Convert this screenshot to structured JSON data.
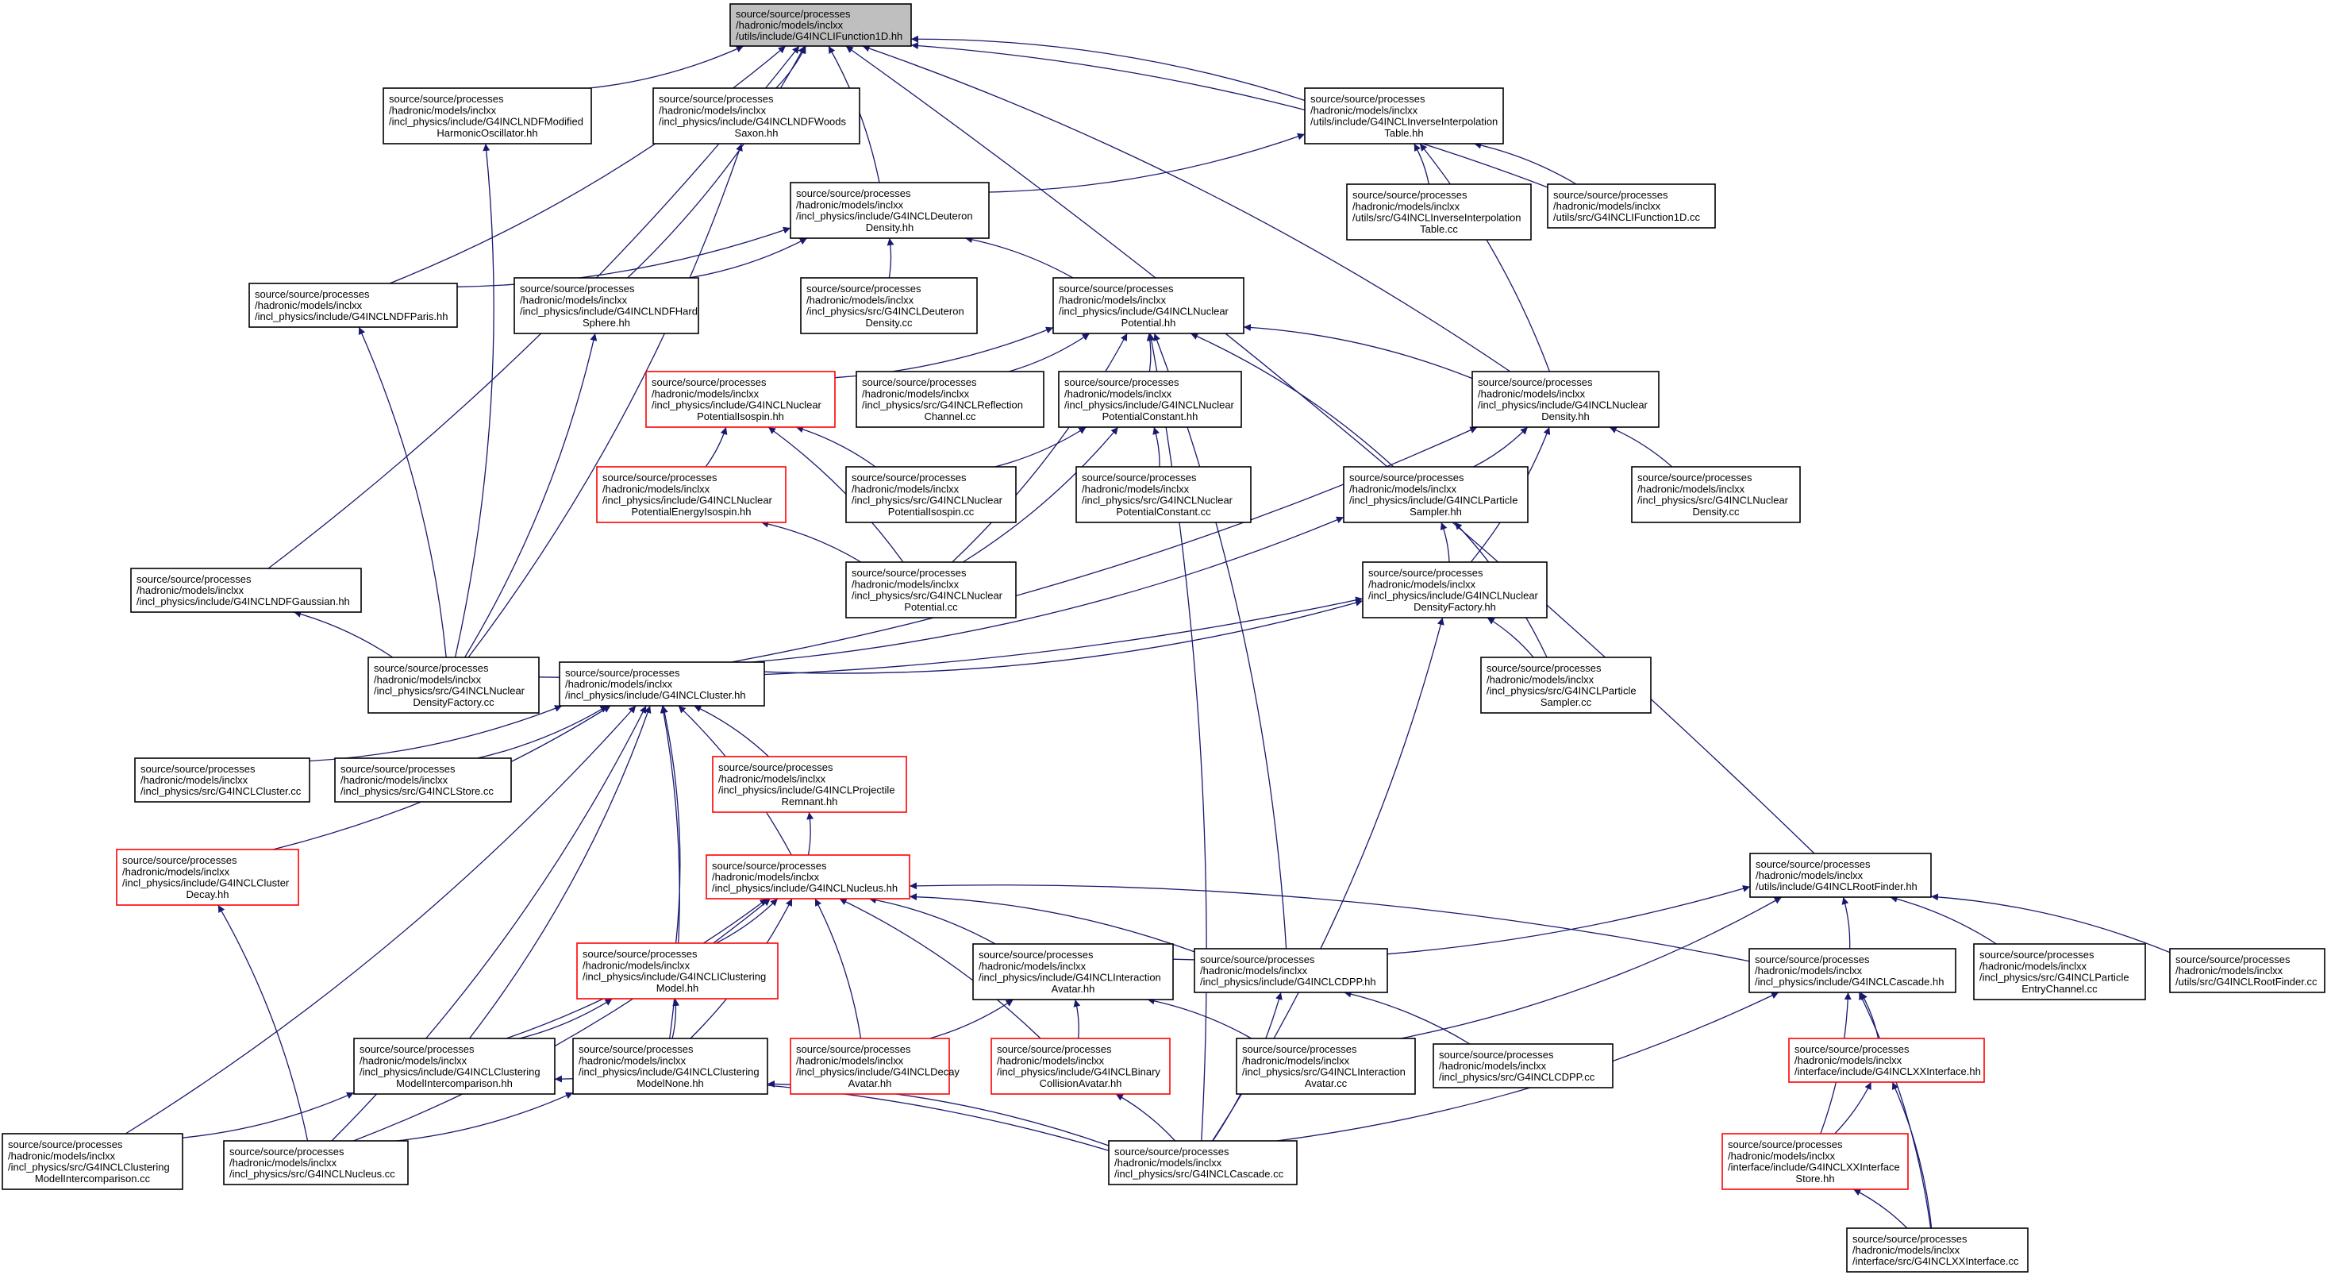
{
  "colors": {
    "edge": "#191970",
    "normal_border": "#000000",
    "truncated_border": "#ff0000",
    "root_fill": "#bfbfbf",
    "node_fill": "#ffffff"
  },
  "nodes": [
    {
      "id": "root",
      "kind": "root",
      "lines": [
        "source/source/processes",
        "/hadronic/models/inclxx",
        "/utils/include/G4INCLIFunction1D.hh"
      ]
    },
    {
      "id": "modho",
      "kind": "normal",
      "lines": [
        "source/source/processes",
        "/hadronic/models/inclxx",
        "/incl_physics/include/G4INCLNDFModified",
        "HarmonicOscillator.hh"
      ]
    },
    {
      "id": "woods",
      "kind": "normal",
      "lines": [
        "source/source/processes",
        "/hadronic/models/inclxx",
        "/incl_physics/include/G4INCLNDFWoods",
        "Saxon.hh"
      ]
    },
    {
      "id": "invinterp_hh",
      "kind": "normal",
      "lines": [
        "source/source/processes",
        "/hadronic/models/inclxx",
        "/utils/include/G4INCLInverseInterpolation",
        "Table.hh"
      ]
    },
    {
      "id": "invinterp_cc",
      "kind": "normal",
      "lines": [
        "source/source/processes",
        "/hadronic/models/inclxx",
        "/utils/src/G4INCLInverseInterpolation",
        "Table.cc"
      ]
    },
    {
      "id": "ifunc_cc",
      "kind": "normal",
      "lines": [
        "source/source/processes",
        "/hadronic/models/inclxx",
        "/utils/src/G4INCLIFunction1D.cc"
      ]
    },
    {
      "id": "deuteron_hh",
      "kind": "normal",
      "lines": [
        "source/source/processes",
        "/hadronic/models/inclxx",
        "/incl_physics/include/G4INCLDeuteron",
        "Density.hh"
      ]
    },
    {
      "id": "paris",
      "kind": "normal",
      "lines": [
        "source/source/processes",
        "/hadronic/models/inclxx",
        "/incl_physics/include/G4INCLNDFParis.hh"
      ]
    },
    {
      "id": "hardsphere",
      "kind": "normal",
      "lines": [
        "source/source/processes",
        "/hadronic/models/inclxx",
        "/incl_physics/include/G4INCLNDFHard",
        "Sphere.hh"
      ]
    },
    {
      "id": "deuteron_cc",
      "kind": "normal",
      "lines": [
        "source/source/processes",
        "/hadronic/models/inclxx",
        "/incl_physics/src/G4INCLDeuteron",
        "Density.cc"
      ]
    },
    {
      "id": "nucpot_hh",
      "kind": "normal",
      "lines": [
        "source/source/processes",
        "/hadronic/models/inclxx",
        "/incl_physics/include/G4INCLNuclear",
        "Potential.hh"
      ]
    },
    {
      "id": "potiso_hh",
      "kind": "truncated",
      "lines": [
        "source/source/processes",
        "/hadronic/models/inclxx",
        "/incl_physics/include/G4INCLNuclear",
        "PotentialIsospin.hh"
      ]
    },
    {
      "id": "reflection_cc",
      "kind": "normal",
      "lines": [
        "source/source/processes",
        "/hadronic/models/inclxx",
        "/incl_physics/src/G4INCLReflection",
        "Channel.cc"
      ]
    },
    {
      "id": "potconst_hh",
      "kind": "normal",
      "lines": [
        "source/source/processes",
        "/hadronic/models/inclxx",
        "/incl_physics/include/G4INCLNuclear",
        "PotentialConstant.hh"
      ]
    },
    {
      "id": "nucdens_hh",
      "kind": "normal",
      "lines": [
        "source/source/processes",
        "/hadronic/models/inclxx",
        "/incl_physics/include/G4INCLNuclear",
        "Density.hh"
      ]
    },
    {
      "id": "poteniso_hh",
      "kind": "truncated",
      "lines": [
        "source/source/processes",
        "/hadronic/models/inclxx",
        "/incl_physics/include/G4INCLNuclear",
        "PotentialEnergyIsospin.hh"
      ]
    },
    {
      "id": "potiso_cc",
      "kind": "normal",
      "lines": [
        "source/source/processes",
        "/hadronic/models/inclxx",
        "/incl_physics/src/G4INCLNuclear",
        "PotentialIsospin.cc"
      ]
    },
    {
      "id": "potconst_cc",
      "kind": "normal",
      "lines": [
        "source/source/processes",
        "/hadronic/models/inclxx",
        "/incl_physics/src/G4INCLNuclear",
        "PotentialConstant.cc"
      ]
    },
    {
      "id": "psampler_hh",
      "kind": "normal",
      "lines": [
        "source/source/processes",
        "/hadronic/models/inclxx",
        "/incl_physics/include/G4INCLParticle",
        "Sampler.hh"
      ]
    },
    {
      "id": "nucdens_cc",
      "kind": "normal",
      "lines": [
        "source/source/processes",
        "/hadronic/models/inclxx",
        "/incl_physics/src/G4INCLNuclear",
        "Density.cc"
      ]
    },
    {
      "id": "gaussian",
      "kind": "normal",
      "lines": [
        "source/source/processes",
        "/hadronic/models/inclxx",
        "/incl_physics/include/G4INCLNDFGaussian.hh"
      ]
    },
    {
      "id": "nucpot_cc",
      "kind": "normal",
      "lines": [
        "source/source/processes",
        "/hadronic/models/inclxx",
        "/incl_physics/src/G4INCLNuclear",
        "Potential.cc"
      ]
    },
    {
      "id": "densfact_hh",
      "kind": "normal",
      "lines": [
        "source/source/processes",
        "/hadronic/models/inclxx",
        "/incl_physics/include/G4INCLNuclear",
        "DensityFactory.hh"
      ]
    },
    {
      "id": "densfact_cc",
      "kind": "normal",
      "lines": [
        "source/source/processes",
        "/hadronic/models/inclxx",
        "/incl_physics/src/G4INCLNuclear",
        "DensityFactory.cc"
      ]
    },
    {
      "id": "cluster_hh",
      "kind": "normal",
      "lines": [
        "source/source/processes",
        "/hadronic/models/inclxx",
        "/incl_physics/include/G4INCLCluster.hh"
      ]
    },
    {
      "id": "psampler_cc",
      "kind": "normal",
      "lines": [
        "source/source/processes",
        "/hadronic/models/inclxx",
        "/incl_physics/src/G4INCLParticle",
        "Sampler.cc"
      ]
    },
    {
      "id": "cluster_cc",
      "kind": "normal",
      "lines": [
        "source/source/processes",
        "/hadronic/models/inclxx",
        "/incl_physics/src/G4INCLCluster.cc"
      ]
    },
    {
      "id": "store_cc",
      "kind": "normal",
      "lines": [
        "source/source/processes",
        "/hadronic/models/inclxx",
        "/incl_physics/src/G4INCLStore.cc"
      ]
    },
    {
      "id": "projrem_hh",
      "kind": "truncated",
      "lines": [
        "source/source/processes",
        "/hadronic/models/inclxx",
        "/incl_physics/include/G4INCLProjectile",
        "Remnant.hh"
      ]
    },
    {
      "id": "clusterdecay_hh",
      "kind": "truncated",
      "lines": [
        "source/source/processes",
        "/hadronic/models/inclxx",
        "/incl_physics/include/G4INCLCluster",
        "Decay.hh"
      ]
    },
    {
      "id": "nucleus_hh",
      "kind": "truncated",
      "lines": [
        "source/source/processes",
        "/hadronic/models/inclxx",
        "/incl_physics/include/G4INCLNucleus.hh"
      ]
    },
    {
      "id": "rootfinder_hh",
      "kind": "normal",
      "lines": [
        "source/source/processes",
        "/hadronic/models/inclxx",
        "/utils/include/G4INCLRootFinder.hh"
      ]
    },
    {
      "id": "iclust_hh",
      "kind": "truncated",
      "lines": [
        "source/source/processes",
        "/hadronic/models/inclxx",
        "/incl_physics/include/G4INCLIClustering",
        "Model.hh"
      ]
    },
    {
      "id": "interavatar_hh",
      "kind": "normal",
      "lines": [
        "source/source/processes",
        "/hadronic/models/inclxx",
        "/incl_physics/include/G4INCLInteraction",
        "Avatar.hh"
      ]
    },
    {
      "id": "cdpp_hh",
      "kind": "normal",
      "lines": [
        "source/source/processes",
        "/hadronic/models/inclxx",
        "/incl_physics/include/G4INCLCDPP.hh"
      ]
    },
    {
      "id": "cascade_hh",
      "kind": "normal",
      "lines": [
        "source/source/processes",
        "/hadronic/models/inclxx",
        "/incl_physics/include/G4INCLCascade.hh"
      ]
    },
    {
      "id": "pentry_cc",
      "kind": "normal",
      "lines": [
        "source/source/processes",
        "/hadronic/models/inclxx",
        "/incl_physics/src/G4INCLParticle",
        "EntryChannel.cc"
      ]
    },
    {
      "id": "rootfinder_cc",
      "kind": "normal",
      "lines": [
        "source/source/processes",
        "/hadronic/models/inclxx",
        "/utils/src/G4INCLRootFinder.cc"
      ]
    },
    {
      "id": "clustinter_hh",
      "kind": "normal",
      "lines": [
        "source/source/processes",
        "/hadronic/models/inclxx",
        "/incl_physics/include/G4INCLClustering",
        "ModelIntercomparison.hh"
      ]
    },
    {
      "id": "clustnone_hh",
      "kind": "normal",
      "lines": [
        "source/source/processes",
        "/hadronic/models/inclxx",
        "/incl_physics/include/G4INCLClustering",
        "ModelNone.hh"
      ]
    },
    {
      "id": "decayavatar_hh",
      "kind": "truncated",
      "lines": [
        "source/source/processes",
        "/hadronic/models/inclxx",
        "/incl_physics/include/G4INCLDecay",
        "Avatar.hh"
      ]
    },
    {
      "id": "binavatar_hh",
      "kind": "truncated",
      "lines": [
        "source/source/processes",
        "/hadronic/models/inclxx",
        "/incl_physics/include/G4INCLBinary",
        "CollisionAvatar.hh"
      ]
    },
    {
      "id": "interavatar_cc",
      "kind": "normal",
      "lines": [
        "source/source/processes",
        "/hadronic/models/inclxx",
        "/incl_physics/src/G4INCLInteraction",
        "Avatar.cc"
      ]
    },
    {
      "id": "cdpp_cc",
      "kind": "normal",
      "lines": [
        "source/source/processes",
        "/hadronic/models/inclxx",
        "/incl_physics/src/G4INCLCDPP.cc"
      ]
    },
    {
      "id": "xxinter_hh",
      "kind": "truncated",
      "lines": [
        "source/source/processes",
        "/hadronic/models/inclxx",
        "/interface/include/G4INCLXXInterface.hh"
      ]
    },
    {
      "id": "clustinter_cc",
      "kind": "normal",
      "lines": [
        "source/source/processes",
        "/hadronic/models/inclxx",
        "/incl_physics/src/G4INCLClustering",
        "ModelIntercomparison.cc"
      ]
    },
    {
      "id": "nucleus_cc",
      "kind": "normal",
      "lines": [
        "source/source/processes",
        "/hadronic/models/inclxx",
        "/incl_physics/src/G4INCLNucleus.cc"
      ]
    },
    {
      "id": "cascade_cc",
      "kind": "normal",
      "lines": [
        "source/source/processes",
        "/hadronic/models/inclxx",
        "/incl_physics/src/G4INCLCascade.cc"
      ]
    },
    {
      "id": "xxstore_hh",
      "kind": "truncated",
      "lines": [
        "source/source/processes",
        "/hadronic/models/inclxx",
        "/interface/include/G4INCLXXInterface",
        "Store.hh"
      ]
    },
    {
      "id": "xxinter_cc",
      "kind": "normal",
      "lines": [
        "source/source/processes",
        "/hadronic/models/inclxx",
        "/interface/src/G4INCLXXInterface.cc"
      ]
    }
  ],
  "edges": [
    [
      "root",
      "modho"
    ],
    [
      "root",
      "woods"
    ],
    [
      "root",
      "invinterp_hh"
    ],
    [
      "root",
      "ifunc_cc"
    ],
    [
      "root",
      "deuteron_hh"
    ],
    [
      "root",
      "paris"
    ],
    [
      "root",
      "hardsphere"
    ],
    [
      "root",
      "gaussian"
    ],
    [
      "root",
      "nucdens_hh"
    ],
    [
      "root",
      "rootfinder_hh"
    ],
    [
      "modho",
      "densfact_cc"
    ],
    [
      "woods",
      "densfact_cc"
    ],
    [
      "invinterp_hh",
      "deuteron_hh"
    ],
    [
      "invinterp_hh",
      "invinterp_cc"
    ],
    [
      "invinterp_hh",
      "ifunc_cc"
    ],
    [
      "invinterp_hh",
      "nucdens_hh"
    ],
    [
      "deuteron_hh",
      "paris"
    ],
    [
      "deuteron_hh",
      "hardsphere"
    ],
    [
      "deuteron_hh",
      "deuteron_cc"
    ],
    [
      "deuteron_hh",
      "nucpot_hh"
    ],
    [
      "paris",
      "densfact_cc"
    ],
    [
      "hardsphere",
      "densfact_cc"
    ],
    [
      "gaussian",
      "densfact_cc"
    ],
    [
      "nucpot_hh",
      "potiso_hh"
    ],
    [
      "nucpot_hh",
      "reflection_cc"
    ],
    [
      "nucpot_hh",
      "potconst_hh"
    ],
    [
      "nucpot_hh",
      "nucdens_hh"
    ],
    [
      "nucpot_hh",
      "psampler_hh"
    ],
    [
      "nucpot_hh",
      "nucpot_cc"
    ],
    [
      "nucpot_hh",
      "cdpp_hh"
    ],
    [
      "nucpot_hh",
      "cascade_cc"
    ],
    [
      "potiso_hh",
      "poteniso_hh"
    ],
    [
      "potiso_hh",
      "potiso_cc"
    ],
    [
      "potiso_hh",
      "nucpot_cc"
    ],
    [
      "potconst_hh",
      "potiso_cc"
    ],
    [
      "potconst_hh",
      "potconst_cc"
    ],
    [
      "potconst_hh",
      "nucpot_cc"
    ],
    [
      "poteniso_hh",
      "nucpot_cc"
    ],
    [
      "nucdens_hh",
      "psampler_hh"
    ],
    [
      "nucdens_hh",
      "nucdens_cc"
    ],
    [
      "nucdens_hh",
      "densfact_hh"
    ],
    [
      "nucdens_hh",
      "cluster_hh"
    ],
    [
      "psampler_hh",
      "densfact_hh"
    ],
    [
      "psampler_hh",
      "psampler_cc"
    ],
    [
      "psampler_hh",
      "cluster_hh"
    ],
    [
      "densfact_hh",
      "densfact_cc"
    ],
    [
      "densfact_hh",
      "psampler_cc"
    ],
    [
      "densfact_hh",
      "cluster_hh"
    ],
    [
      "densfact_hh",
      "cascade_cc"
    ],
    [
      "cluster_hh",
      "cluster_cc"
    ],
    [
      "cluster_hh",
      "store_cc"
    ],
    [
      "cluster_hh",
      "projrem_hh"
    ],
    [
      "cluster_hh",
      "clusterdecay_hh"
    ],
    [
      "cluster_hh",
      "nucleus_hh"
    ],
    [
      "cluster_hh",
      "iclust_hh"
    ],
    [
      "cluster_hh",
      "clustinter_hh"
    ],
    [
      "cluster_hh",
      "clustnone_hh"
    ],
    [
      "cluster_hh",
      "clustinter_cc"
    ],
    [
      "cluster_hh",
      "nucleus_cc"
    ],
    [
      "projrem_hh",
      "nucleus_hh"
    ],
    [
      "clusterdecay_hh",
      "nucleus_cc"
    ],
    [
      "nucleus_hh",
      "iclust_hh"
    ],
    [
      "nucleus_hh",
      "interavatar_hh"
    ],
    [
      "nucleus_hh",
      "cdpp_hh"
    ],
    [
      "nucleus_hh",
      "cascade_hh"
    ],
    [
      "nucleus_hh",
      "clustinter_hh"
    ],
    [
      "nucleus_hh",
      "clustnone_hh"
    ],
    [
      "nucleus_hh",
      "decayavatar_hh"
    ],
    [
      "nucleus_hh",
      "binavatar_hh"
    ],
    [
      "nucleus_hh",
      "nucleus_cc"
    ],
    [
      "rootfinder_hh",
      "interavatar_hh"
    ],
    [
      "rootfinder_hh",
      "cascade_hh"
    ],
    [
      "rootfinder_hh",
      "pentry_cc"
    ],
    [
      "rootfinder_hh",
      "rootfinder_cc"
    ],
    [
      "rootfinder_hh",
      "interavatar_cc"
    ],
    [
      "iclust_hh",
      "clustinter_hh"
    ],
    [
      "iclust_hh",
      "clustnone_hh"
    ],
    [
      "interavatar_hh",
      "decayavatar_hh"
    ],
    [
      "interavatar_hh",
      "binavatar_hh"
    ],
    [
      "interavatar_hh",
      "interavatar_cc"
    ],
    [
      "cdpp_hh",
      "cdpp_cc"
    ],
    [
      "cdpp_hh",
      "cascade_cc"
    ],
    [
      "cascade_hh",
      "xxinter_hh"
    ],
    [
      "cascade_hh",
      "cascade_cc"
    ],
    [
      "cascade_hh",
      "xxstore_hh"
    ],
    [
      "cascade_hh",
      "xxinter_cc"
    ],
    [
      "clustinter_hh",
      "clustinter_cc"
    ],
    [
      "clustinter_hh",
      "cascade_cc"
    ],
    [
      "clustnone_hh",
      "nucleus_cc"
    ],
    [
      "clustnone_hh",
      "cascade_cc"
    ],
    [
      "binavatar_hh",
      "cascade_cc"
    ],
    [
      "xxinter_hh",
      "xxstore_hh"
    ],
    [
      "xxinter_hh",
      "xxinter_cc"
    ],
    [
      "xxstore_hh",
      "xxinter_cc"
    ]
  ]
}
